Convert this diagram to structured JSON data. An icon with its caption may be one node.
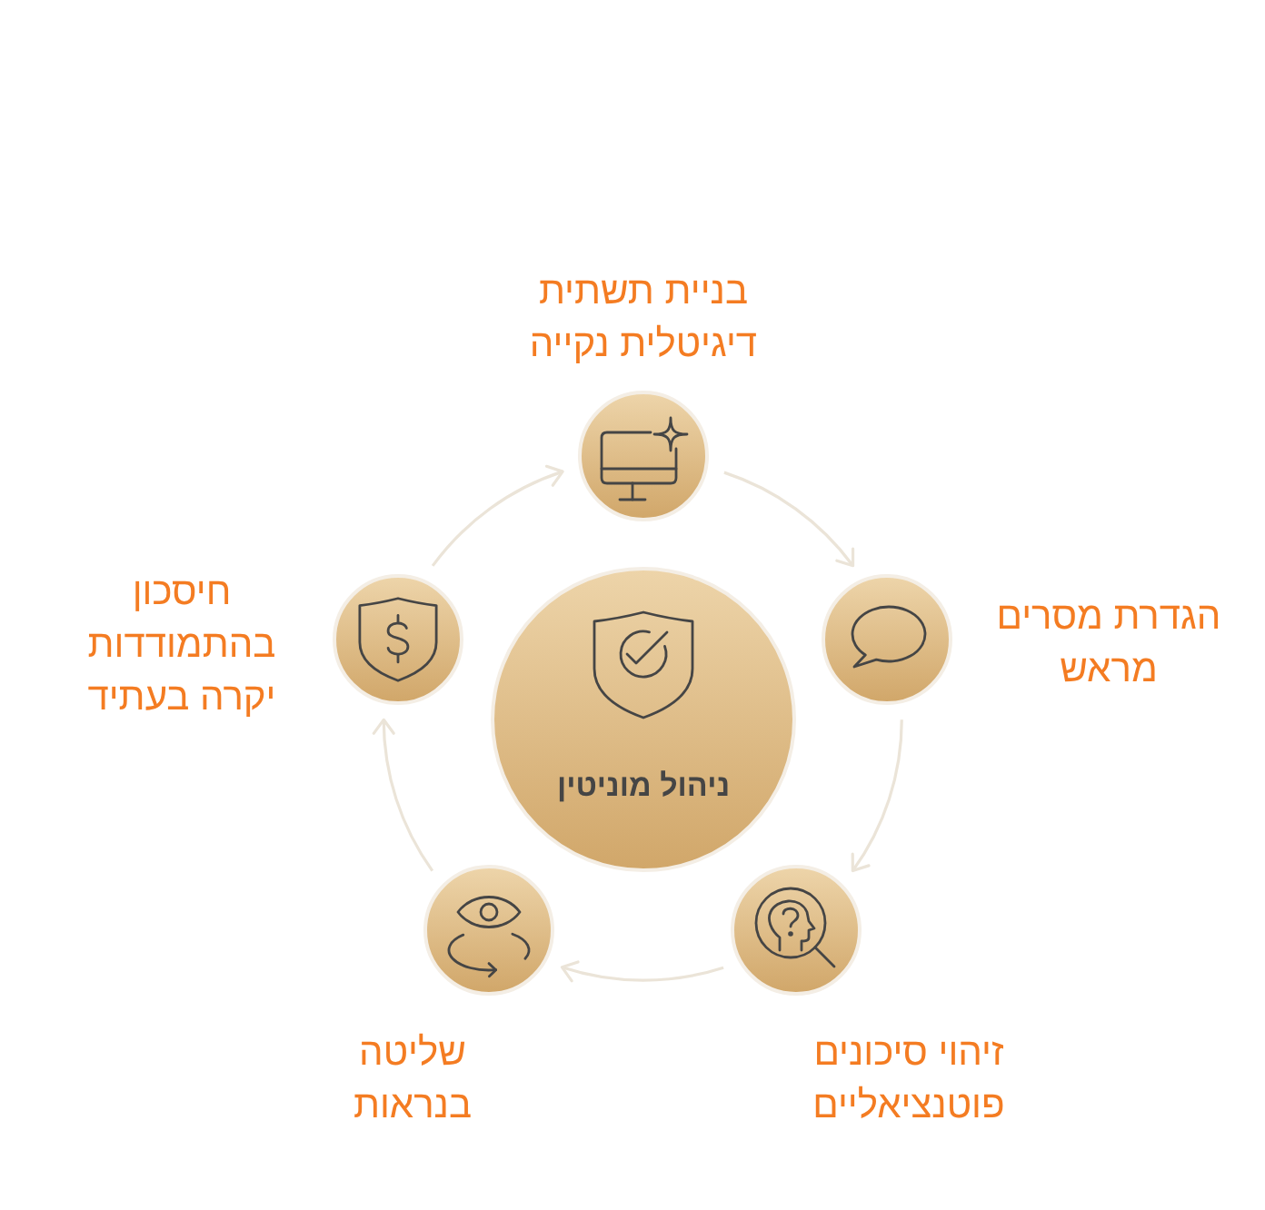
{
  "diagram": {
    "nodes": [
      {
        "text": [
          "ניהול מוניטין"
        ]
      },
      {
        "text": [],
        "shape": "circle",
        "beside": [
          "בניית תשתית דיגיטלית נקייה"
        ]
      },
      {
        "text": [],
        "shape": "circle",
        "beside": [
          "הגדרת מסרים מראש"
        ]
      },
      {
        "text": [],
        "shape": "circle",
        "beside": [
          "זיהוי סיכונים פוטנציאליים"
        ]
      },
      {
        "text": [],
        "shape": "circle",
        "beside": [
          "שליטה בנראות"
        ]
      },
      {
        "text": [],
        "shape": "circle",
        "beside": [
          "חיסכון בהתמודדות יקרה בעתיד"
        ]
      }
    ],
    "edges": [
      {
        "from": 1,
        "to": 2,
        "arrow": "to"
      },
      {
        "from": 2,
        "to": 3,
        "arrow": "to"
      },
      {
        "from": 3,
        "to": 4,
        "arrow": "to"
      },
      {
        "from": 4,
        "to": 5,
        "arrow": "to"
      },
      {
        "from": 5,
        "to": 1,
        "arrow": "to"
      }
    ]
  }
}
